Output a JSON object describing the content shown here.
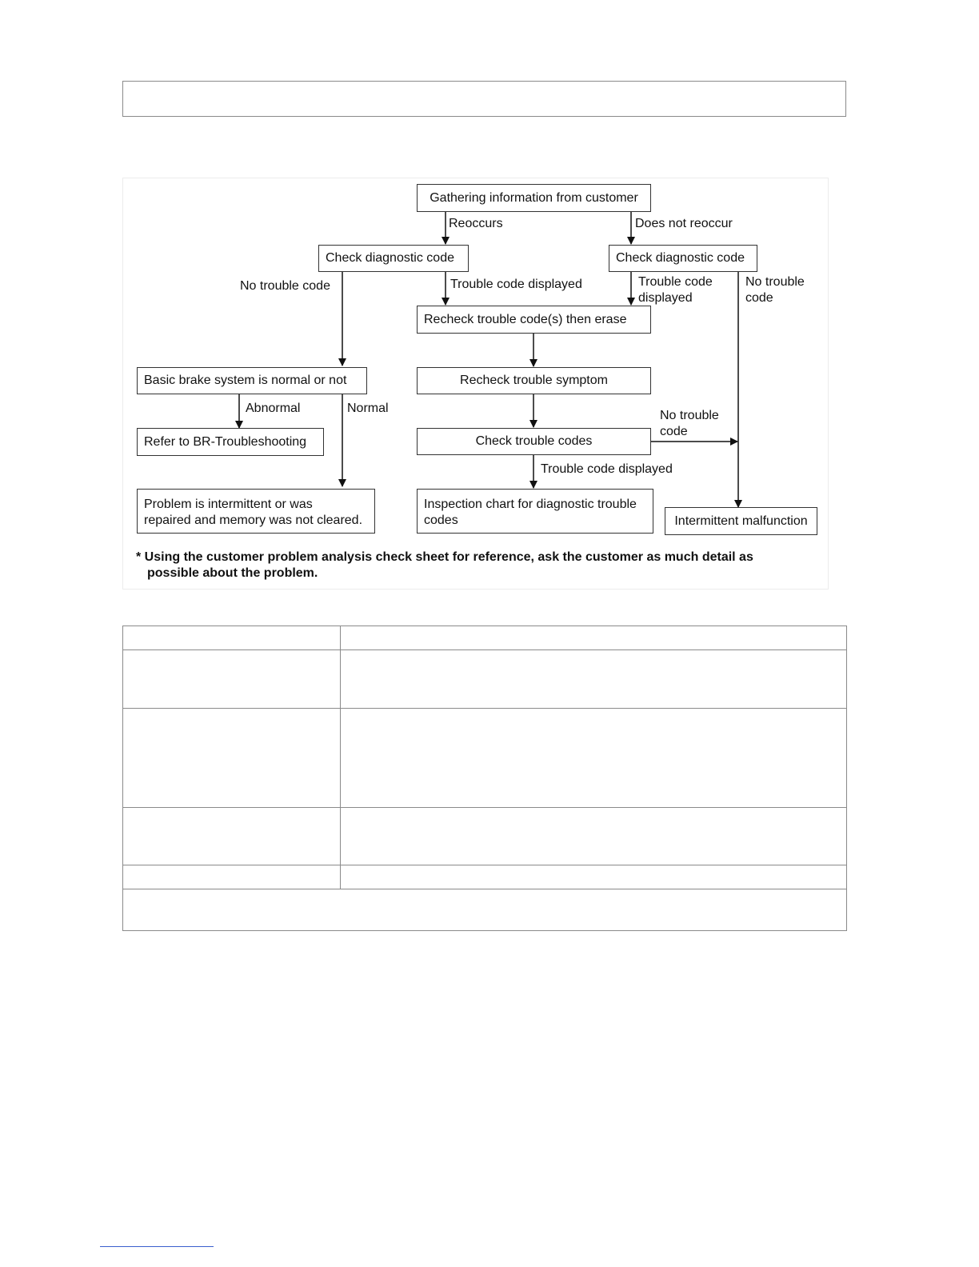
{
  "diagram": {
    "nodes": {
      "gather": "Gathering information from customer",
      "check_left": "Check diagnostic code",
      "check_right": "Check diagnostic code",
      "recheck_erase": "Recheck trouble code(s) then erase",
      "basic_brake": "Basic brake system is normal or not",
      "recheck_symptom": "Recheck trouble symptom",
      "refer_br": "Refer to BR-Troubleshooting",
      "check_codes": "Check trouble codes",
      "intermittent_line1": "Problem is intermittent or was",
      "intermittent_line2": "repaired and memory was not cleared.",
      "inspection_line1": "Inspection chart for diagnostic trouble",
      "inspection_line2": "codes",
      "malfunction": "Intermittent malfunction"
    },
    "edges": {
      "reoccurs": "Reoccurs",
      "does_not_reoccur": "Does not reoccur",
      "no_trouble_code_left": "No trouble code",
      "trouble_code_displayed_mid": "Trouble code displayed",
      "trouble_code_right_line1": "Trouble code",
      "trouble_code_right_line2": "displayed",
      "no_trouble_right_line1": "No trouble",
      "no_trouble_right_line2": "code",
      "abnormal": "Abnormal",
      "normal": "Normal",
      "no_trouble_codes_line1": "No trouble",
      "no_trouble_codes_line2": "code",
      "trouble_code_displayed_bottom": "Trouble code displayed"
    },
    "note_line1": "* Using the customer problem analysis check sheet for reference, ask the customer as much detail as",
    "note_line2": "possible about the problem."
  }
}
